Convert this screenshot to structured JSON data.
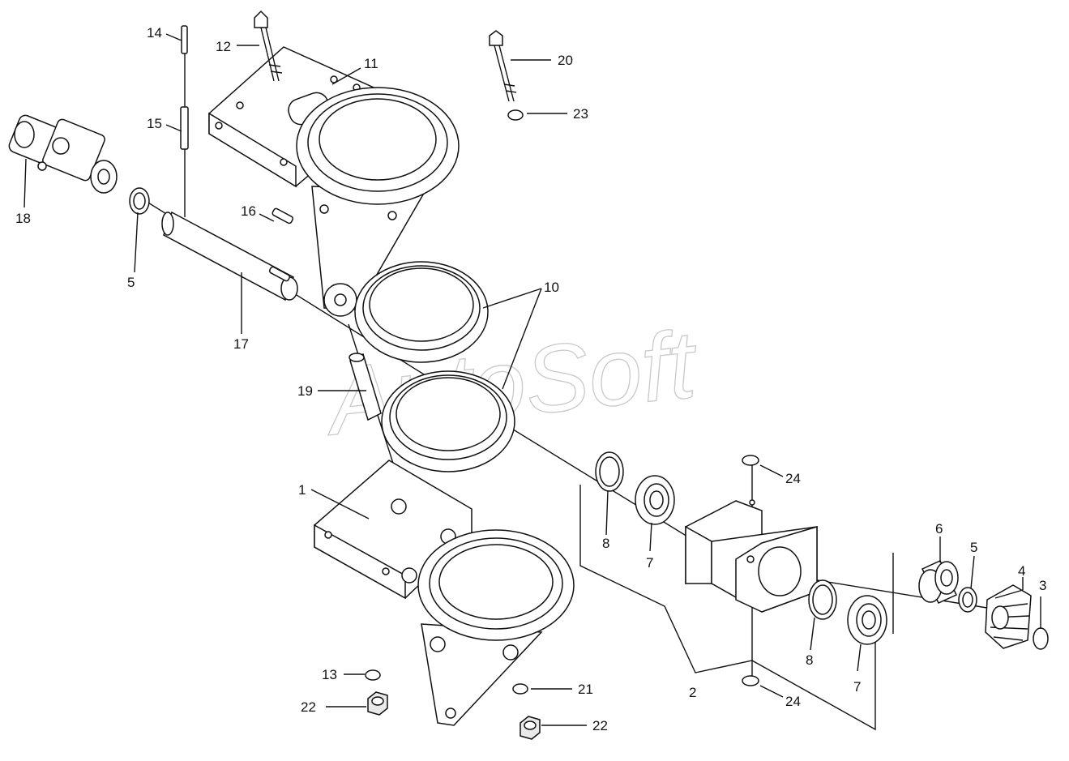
{
  "watermark": "AutoSoft",
  "callouts": [
    {
      "id": "c1",
      "text": "1"
    },
    {
      "id": "c2",
      "text": "2"
    },
    {
      "id": "c3",
      "text": "3"
    },
    {
      "id": "c4",
      "text": "4"
    },
    {
      "id": "c5a",
      "text": "5"
    },
    {
      "id": "c5b",
      "text": "5"
    },
    {
      "id": "c6",
      "text": "6"
    },
    {
      "id": "c7a",
      "text": "7"
    },
    {
      "id": "c7b",
      "text": "7"
    },
    {
      "id": "c8a",
      "text": "8"
    },
    {
      "id": "c8b",
      "text": "8"
    },
    {
      "id": "c10",
      "text": "10"
    },
    {
      "id": "c11",
      "text": "11"
    },
    {
      "id": "c12",
      "text": "12"
    },
    {
      "id": "c13",
      "text": "13"
    },
    {
      "id": "c14",
      "text": "14"
    },
    {
      "id": "c15",
      "text": "15"
    },
    {
      "id": "c16",
      "text": "16"
    },
    {
      "id": "c17",
      "text": "17"
    },
    {
      "id": "c18",
      "text": "18"
    },
    {
      "id": "c19",
      "text": "19"
    },
    {
      "id": "c20",
      "text": "20"
    },
    {
      "id": "c21",
      "text": "21"
    },
    {
      "id": "c22a",
      "text": "22"
    },
    {
      "id": "c22b",
      "text": "22"
    },
    {
      "id": "c23",
      "text": "23"
    },
    {
      "id": "c24a",
      "text": "24"
    },
    {
      "id": "c24b",
      "text": "24"
    }
  ]
}
